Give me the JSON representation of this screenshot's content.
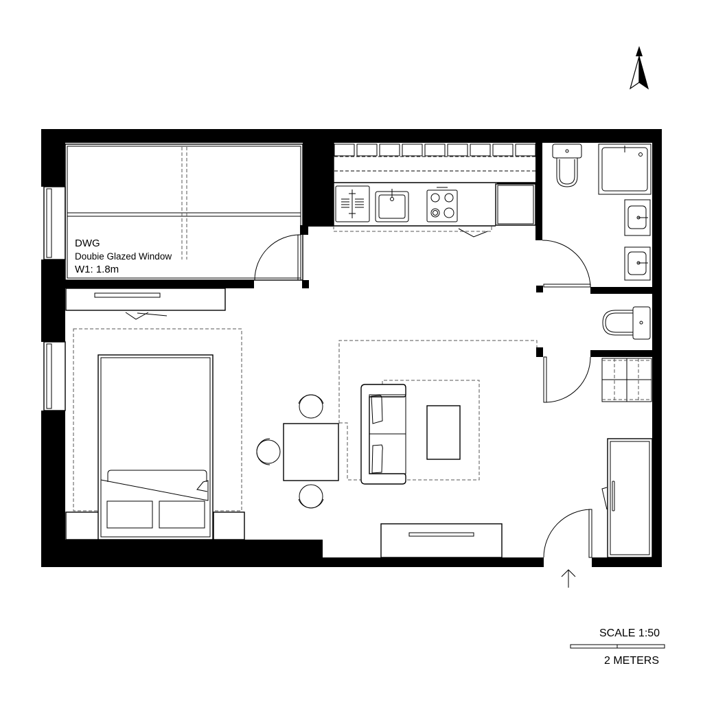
{
  "plan": {
    "type": "apartment floor plan",
    "rooms": [
      "bedroom",
      "kitchen",
      "bathroom",
      "wc",
      "living-dining",
      "entrance-hall",
      "storage"
    ]
  },
  "annotations": {
    "window_code": "DWG",
    "window_description": "Doubie Glazed Window",
    "window_size": "W1: 1.8m"
  },
  "scale_bar": {
    "label": "SCALE 1:50",
    "length_label": "2 METERS"
  },
  "north_arrow": {
    "icon": "north-arrow-icon"
  },
  "entrance": {
    "icon": "entrance-arrow-icon"
  },
  "colors": {
    "wall": "#000000",
    "background": "#ffffff",
    "line": "#000000",
    "dashed": "#555555"
  }
}
